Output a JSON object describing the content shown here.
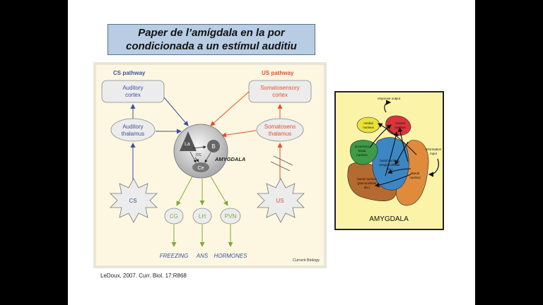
{
  "slide": {
    "title_line1": "Paper de l’amígdala en la por",
    "title_line2": "condicionada a un estímul auditiu",
    "citation": "LeDoux, 2007. Curr. Biol. 17:R868"
  },
  "left_diagram": {
    "cs_pathway": "CS pathway",
    "us_pathway": "US pathway",
    "auditory_cortex_1": "Auditory",
    "auditory_cortex_2": "cortex",
    "auditory_thalamus_1": "Auditory",
    "auditory_thalamus_2": "thalamus",
    "somatosensory_cortex_1": "Somatosensory",
    "somatosensory_cortex_2": "cortex",
    "somatosensory_thalamus_1": "Somatosens",
    "somatosensory_thalamus_2": "thalamus",
    "la": "La",
    "b": "B",
    "itc": "ITC",
    "ce": "Ce",
    "amygdala": "AMYGDALA",
    "cs": "CS",
    "us": "US",
    "cg": "CG",
    "lh": "LH",
    "pvn": "PVN",
    "freezing": "FREEZING",
    "ans": "ANS",
    "hormones": "HORMONES",
    "journal": "Current Biology",
    "colors": {
      "cs": "#3d4fa0",
      "us": "#e0502b",
      "output": "#7faa3c",
      "background": "#fdf7e1"
    }
  },
  "right_diagram": {
    "response_output": "response output",
    "medial_1": "medial",
    "medial_2": "nucleus",
    "central_1": "central",
    "central_2": "nucleus",
    "accessory_1": "accessory",
    "accessory_2": "basal",
    "accessory_3": "nucleus",
    "basal_mag_1": "basal nucleus",
    "basal_mag_2": "(magnocellular",
    "basal_mag_3": "div.)",
    "info_1": "information",
    "info_2": "input",
    "lateral_1": "lateral",
    "lateral_2": "nucleus",
    "basal_parv_1": "basal nucleus",
    "basal_parv_2": "(parvocellular",
    "basal_parv_3": "div.)",
    "amygdala": "AMYGDALA",
    "colors": {
      "background": "#fbf4a8",
      "border": "#222222"
    }
  }
}
